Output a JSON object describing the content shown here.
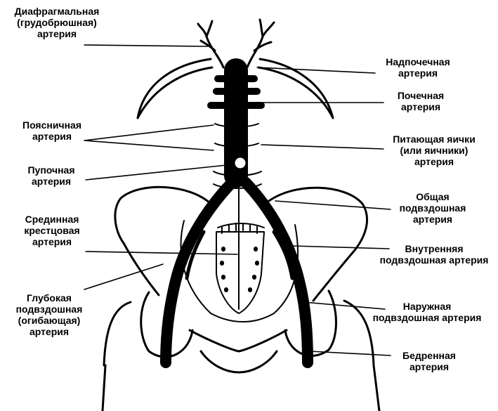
{
  "labels": {
    "diaphragmatic": [
      "Диафрагмальная",
      "(грудобрюшная)",
      "артерия"
    ],
    "lumbar": [
      "Поясничная",
      "артерия"
    ],
    "umbilical": [
      "Пупочная",
      "артерия"
    ],
    "median_sacral": [
      "Срединная",
      "крестцовая",
      "артерия"
    ],
    "deep_circumflex_iliac": [
      "Глубокая",
      "подвздошная",
      "(огибающая)",
      "артерия"
    ],
    "suprarenal": [
      "Надпочечная",
      "артерия"
    ],
    "renal": [
      "Почечная",
      "артерия"
    ],
    "gonadal": [
      "Питающая яички",
      "(или яичники)",
      "артерия"
    ],
    "common_iliac": [
      "Общая",
      "подвздошная",
      "артерия"
    ],
    "internal_iliac": [
      "Внутренняя",
      "подвздошная артерия"
    ],
    "external_iliac": [
      "Наружная",
      "подвздошная артерия"
    ],
    "femoral": [
      "Бедренная",
      "артерия"
    ]
  },
  "colors": {
    "ink": "#000000",
    "paper": "#ffffff"
  }
}
